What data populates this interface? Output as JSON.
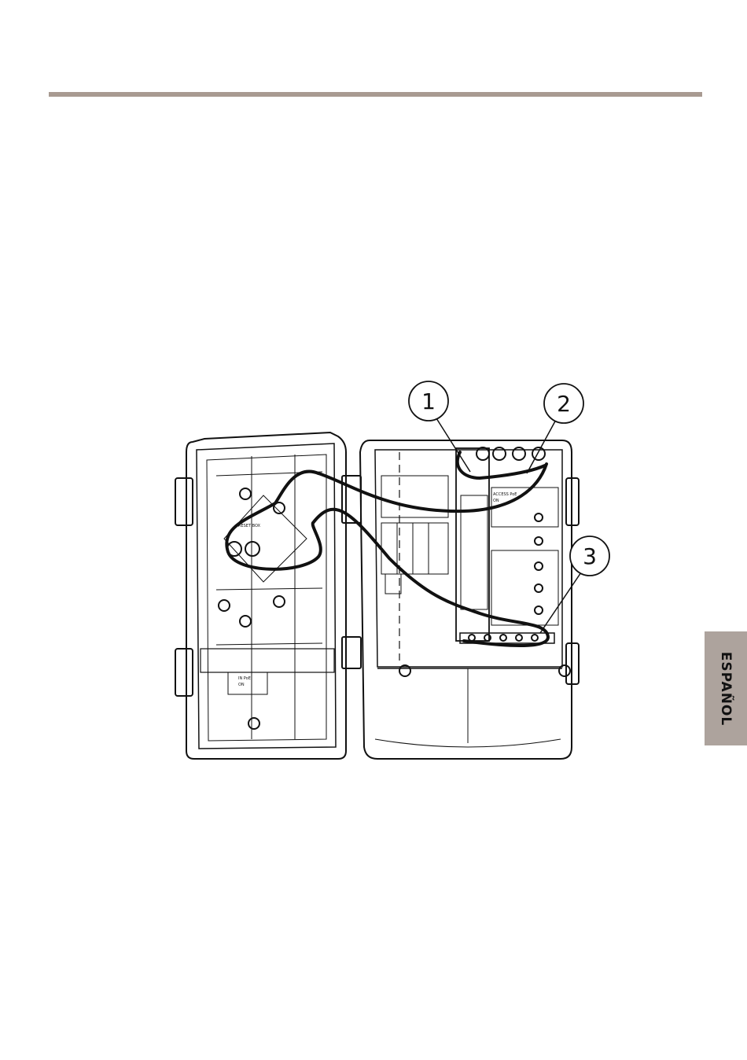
{
  "header": {
    "rule_color": "#a89a91"
  },
  "figure": {
    "callouts": [
      {
        "label": "1"
      },
      {
        "label": "2"
      },
      {
        "label": "3"
      }
    ],
    "labels": {
      "door_label_top": "RESET BOX",
      "door_label_bottom": "IN PoE",
      "door_label_bottom2": "ON",
      "body_label": "ACCESS PoE",
      "body_label2": "ON"
    }
  },
  "side_tab": {
    "text": "ESPAÑOL",
    "background": "#ada39d"
  }
}
